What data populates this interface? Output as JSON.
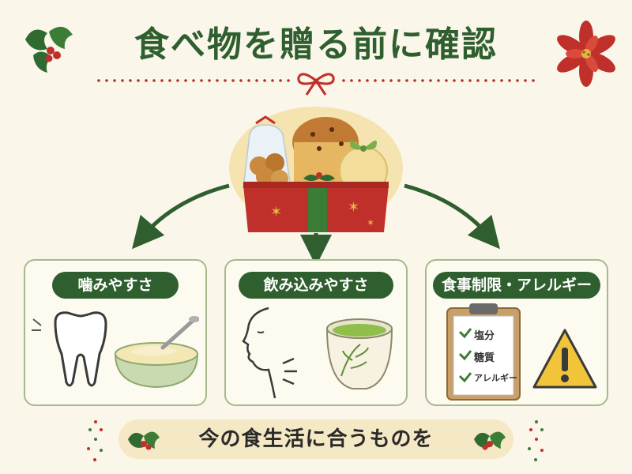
{
  "title": "食べ物を贈る前に確認",
  "cards": [
    {
      "label": "噛みやすさ"
    },
    {
      "label": "飲み込みやすさ"
    },
    {
      "label": "食事制限・アレルギー"
    }
  ],
  "checklist": [
    "塩分",
    "糖質",
    "アレルギー"
  ],
  "footer": "今の食生活に合うものを",
  "colors": {
    "green": "#2f5f2f",
    "red": "#c0302a",
    "cream": "#fbf6ea",
    "gold": "#e7b24a"
  }
}
